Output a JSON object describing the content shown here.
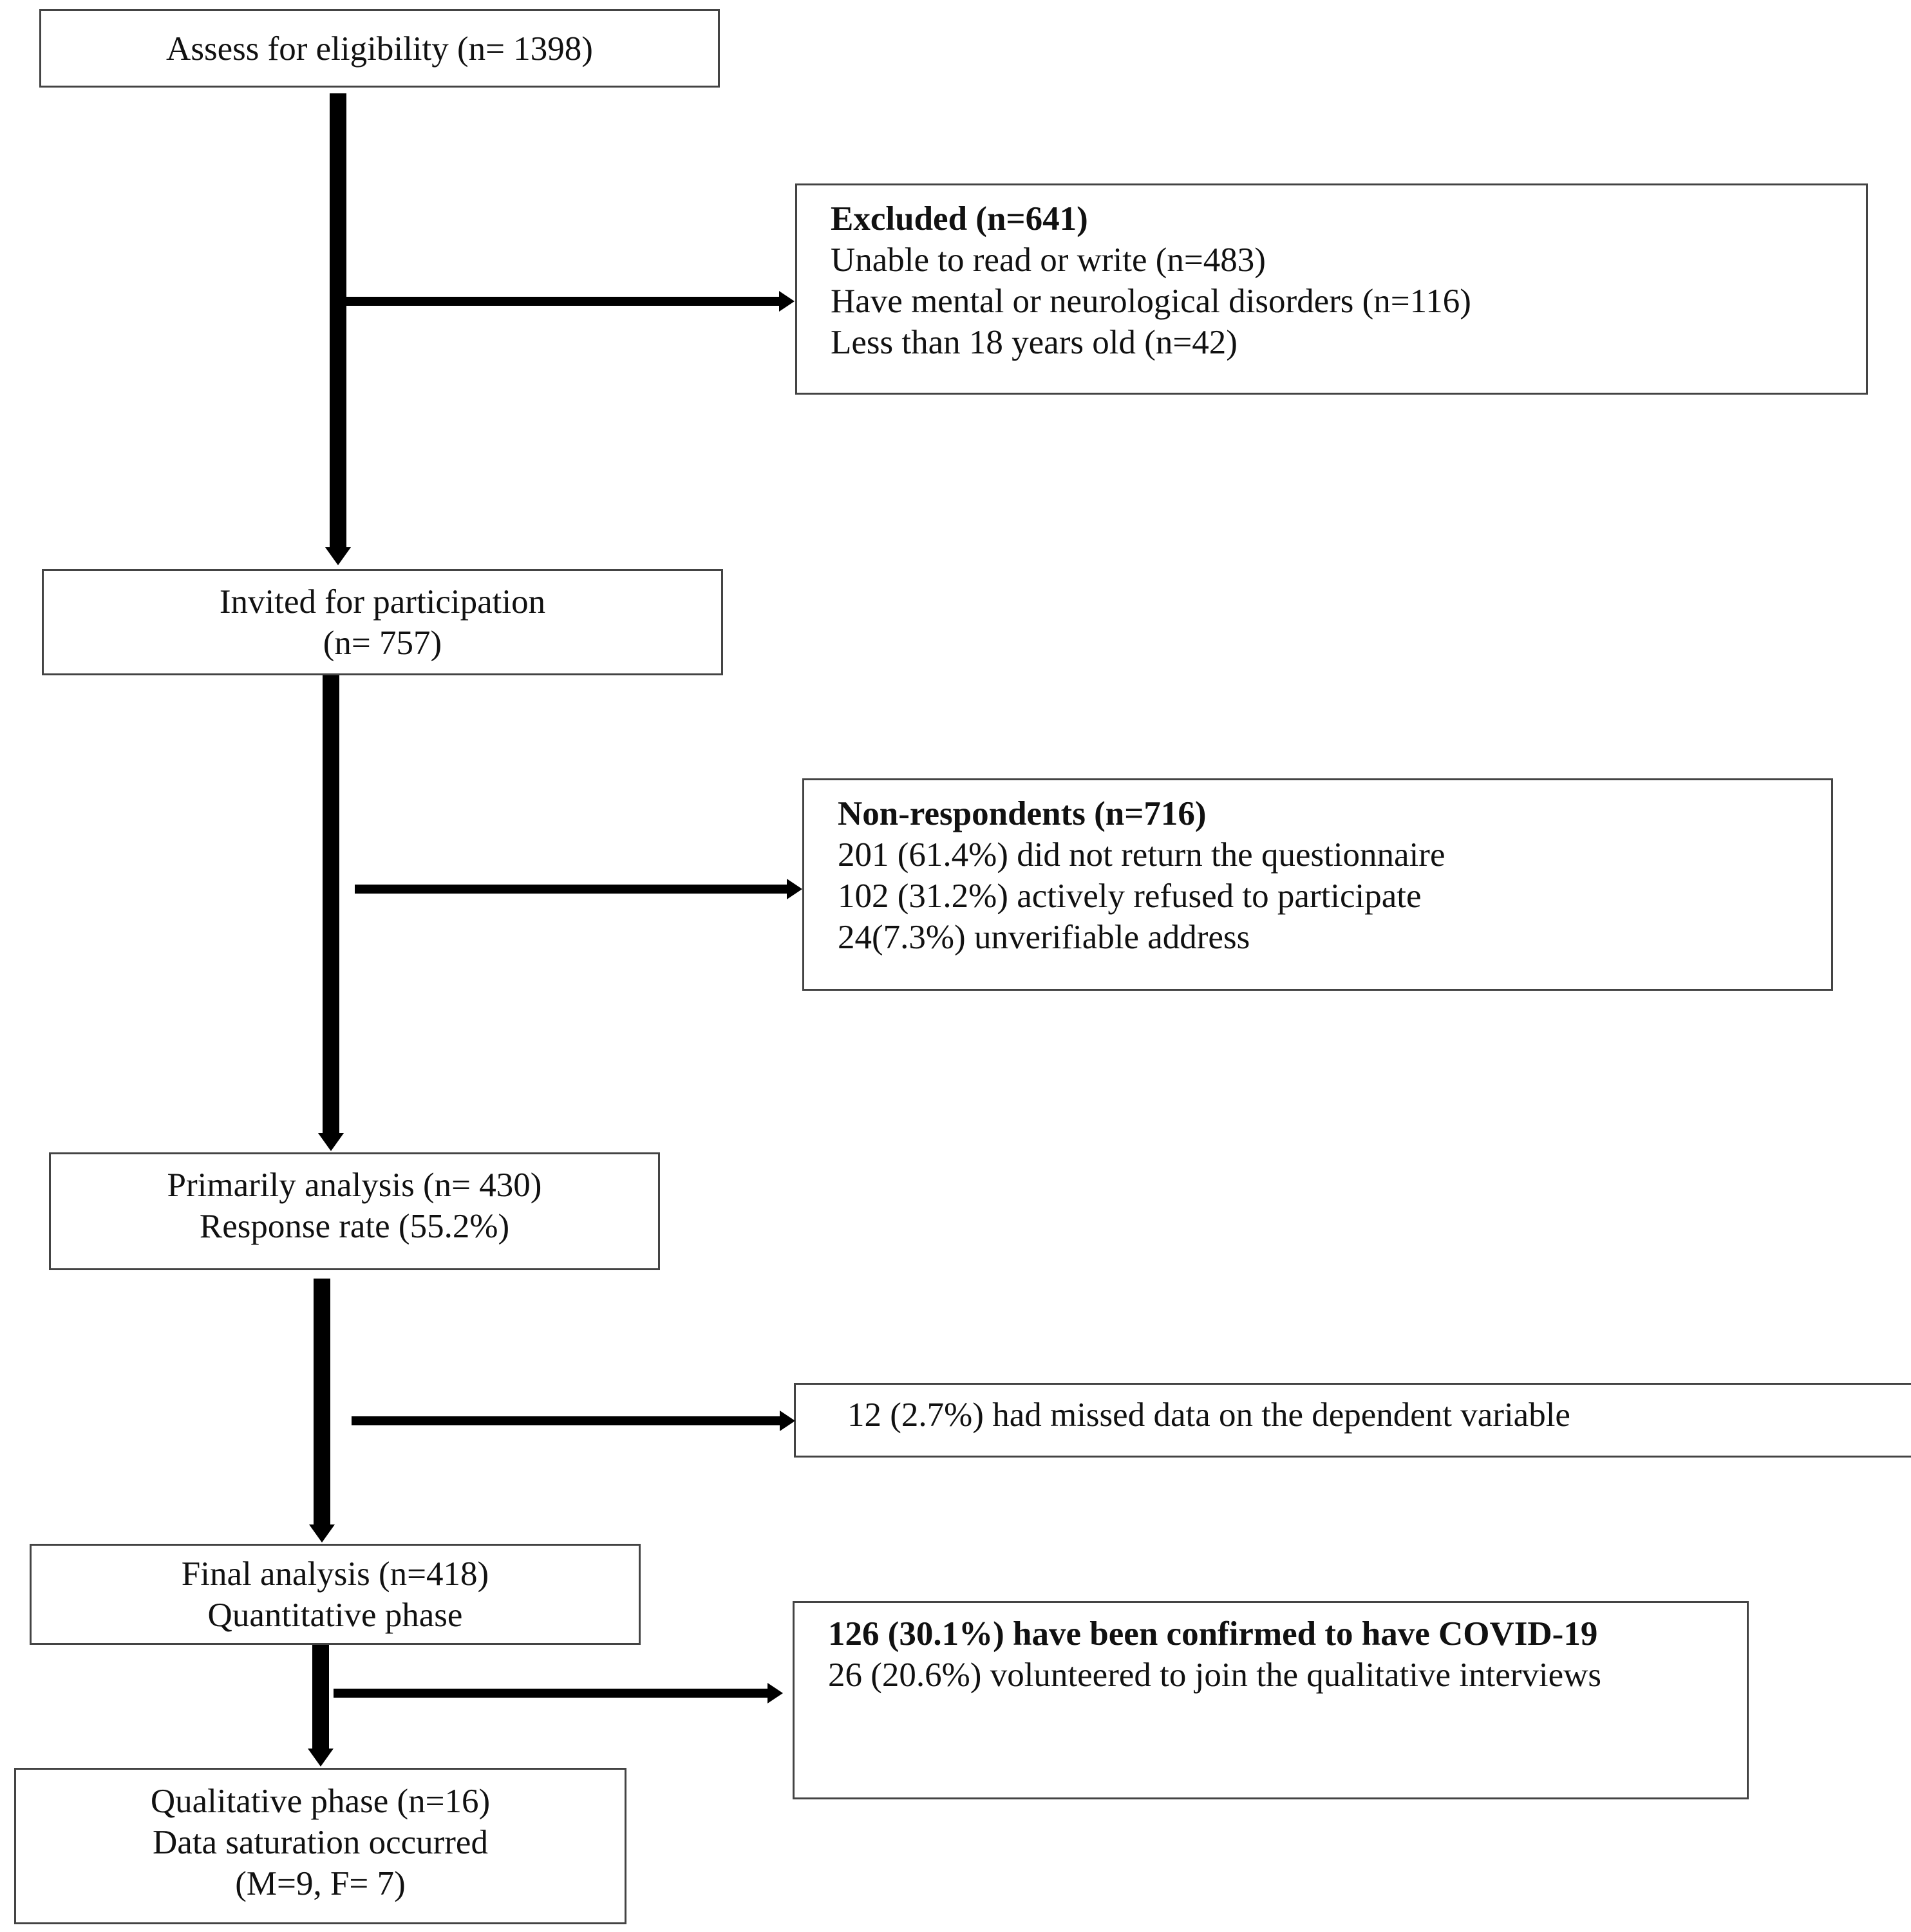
{
  "nodes": {
    "eligibility": {
      "lines": [
        "Assess for eligibility (n= 1398)"
      ]
    },
    "excluded": {
      "heading": "Excluded (n=641)",
      "lines": [
        "Unable to read or write (n=483)",
        "Have mental or neurological disorders (n=116)",
        "Less than 18 years old (n=42)"
      ]
    },
    "invited": {
      "lines": [
        "Invited for participation",
        "(n= 757)"
      ]
    },
    "non_respondents": {
      "heading": "Non-respondents (n=716)",
      "lines": [
        "201 (61.4%) did not return the questionnaire",
        "102 (31.2%) actively refused to participate",
        "24(7.3%) unverifiable address"
      ]
    },
    "primary_analysis": {
      "lines": [
        "Primarily analysis (n= 430)",
        "Response rate (55.2%)"
      ]
    },
    "missed_data": {
      "lines": [
        "12 (2.7%) had missed data on the dependent variable"
      ]
    },
    "final_analysis": {
      "lines": [
        "Final analysis (n=418)",
        "Quantitative phase"
      ]
    },
    "covid": {
      "heading": "126 (30.1%) have been confirmed to have COVID-19",
      "lines": [
        "26 (20.6%) volunteered to join the qualitative interviews"
      ]
    },
    "qualitative": {
      "lines": [
        "Qualitative phase (n=16)",
        "Data saturation occurred",
        "(M=9, F= 7)"
      ]
    }
  },
  "edges": [
    {
      "from": "eligibility",
      "to": "invited"
    },
    {
      "from": "eligibility",
      "to": "excluded"
    },
    {
      "from": "invited",
      "to": "primary_analysis"
    },
    {
      "from": "invited",
      "to": "non_respondents"
    },
    {
      "from": "primary_analysis",
      "to": "final_analysis"
    },
    {
      "from": "primary_analysis",
      "to": "missed_data"
    },
    {
      "from": "final_analysis",
      "to": "qualitative"
    },
    {
      "from": "final_analysis",
      "to": "covid"
    }
  ]
}
